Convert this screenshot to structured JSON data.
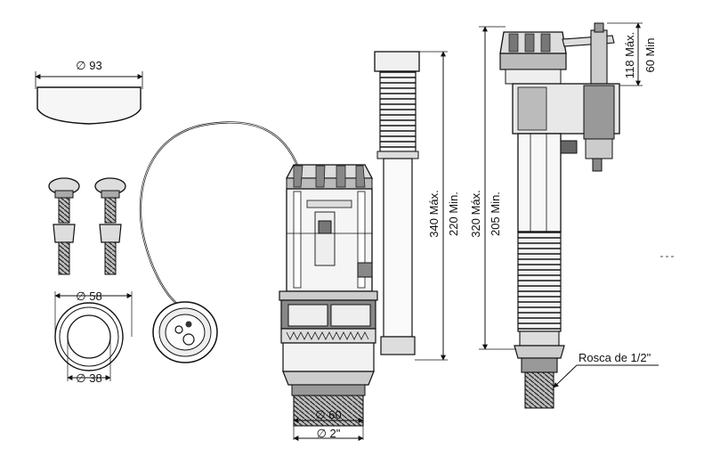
{
  "labels": {
    "cap_diameter": "∅ 93",
    "ring_outer": "∅ 58",
    "ring_inner": "∅ 38",
    "valve_base_diameter_1": "∅ 60",
    "valve_base_diameter_2": "∅ 2\"",
    "flush_height_max": "340 Máx.",
    "flush_height_min": "220 Min.",
    "fill_height_max": "320 Máx.",
    "fill_height_min": "205 Min.",
    "fill_top_max": "118 Máx.",
    "fill_top_min": "60 Min",
    "thread": "Rosca de 1/2\""
  },
  "colors": {
    "line": "#111111",
    "fill_light": "#f2f2f2",
    "fill_mid": "#cfcfcf",
    "fill_dark": "#555555"
  }
}
